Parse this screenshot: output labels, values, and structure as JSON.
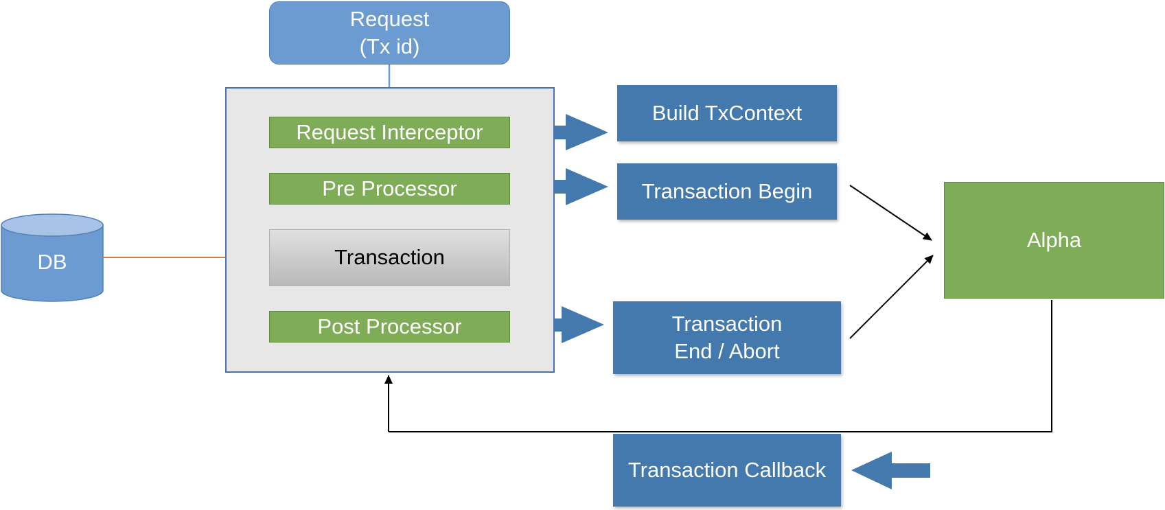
{
  "nodes": {
    "request": "Request\n(Tx id)",
    "request_interceptor": "Request Interceptor",
    "pre_processor": "Pre Processor",
    "transaction": "Transaction",
    "post_processor": "Post Processor",
    "db": "DB",
    "build_txcontext": "Build TxContext",
    "transaction_begin": "Transaction Begin",
    "transaction_end_abort": "Transaction\nEnd / Abort",
    "transaction_callback": "Transaction Callback",
    "alpha": "Alpha"
  },
  "colors": {
    "request_fill": "#6b9bd1",
    "step_green": "#7fac56",
    "panel_blue": "#4479ad",
    "db_fill": "#6b9bd1",
    "db_link": "#e07a3a",
    "flow_arrow": "#6b9bd1",
    "line_black": "#000000"
  }
}
